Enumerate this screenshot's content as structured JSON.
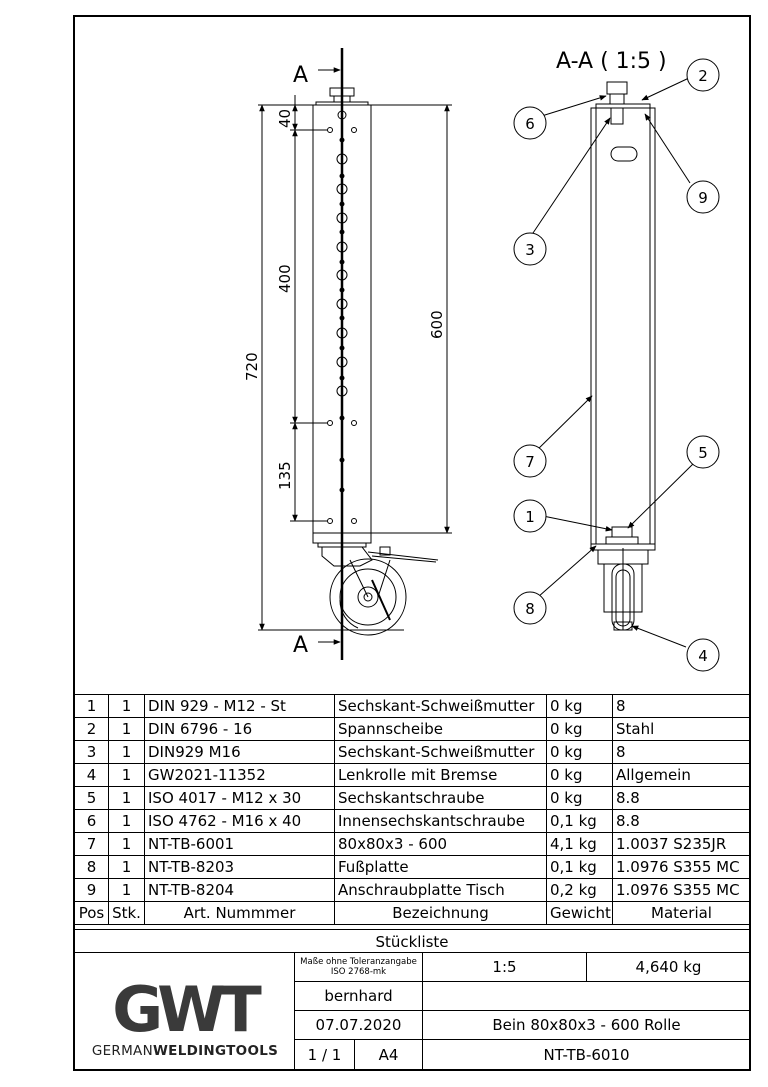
{
  "drawing": {
    "section_label_top": "A",
    "section_label_bottom": "A",
    "section_view_title": "A-A ( 1:5 )",
    "dimensions": {
      "d40": "40",
      "d400": "400",
      "d720": "720",
      "d135": "135",
      "d600": "600"
    },
    "balloons": [
      "1",
      "2",
      "3",
      "4",
      "5",
      "6",
      "7",
      "8",
      "9"
    ]
  },
  "parts_list": {
    "rows": [
      {
        "pos": "1",
        "qty": "1",
        "article": "DIN 929 - M12 - St",
        "description": "Sechskant-Schweißmutter",
        "weight": "0 kg",
        "material": "8"
      },
      {
        "pos": "2",
        "qty": "1",
        "article": "DIN 6796 - 16",
        "description": "Spannscheibe",
        "weight": "0 kg",
        "material": "Stahl"
      },
      {
        "pos": "3",
        "qty": "1",
        "article": "DIN929 M16",
        "description": "Sechskant-Schweißmutter",
        "weight": "0 kg",
        "material": "8"
      },
      {
        "pos": "4",
        "qty": "1",
        "article": "GW2021-11352",
        "description": "Lenkrolle mit Bremse",
        "weight": "0 kg",
        "material": "Allgemein"
      },
      {
        "pos": "5",
        "qty": "1",
        "article": "ISO 4017 - M12 x 30",
        "description": "Sechskantschraube",
        "weight": "0 kg",
        "material": "8.8"
      },
      {
        "pos": "6",
        "qty": "1",
        "article": "ISO 4762  - M16 x 40",
        "description": "Innensechskantschraube",
        "weight": "0,1 kg",
        "material": "8.8"
      },
      {
        "pos": "7",
        "qty": "1",
        "article": "NT-TB-6001",
        "description": "80x80x3 - 600",
        "weight": "4,1 kg",
        "material": "1.0037 S235JR"
      },
      {
        "pos": "8",
        "qty": "1",
        "article": "NT-TB-8203",
        "description": "Fußplatte",
        "weight": "0,1 kg",
        "material": "1.0976 S355 MC"
      },
      {
        "pos": "9",
        "qty": "1",
        "article": "NT-TB-8204",
        "description": "Anschraubplatte Tisch",
        "weight": "0,2 kg",
        "material": "1.0976 S355 MC"
      }
    ],
    "headers": {
      "pos": "Pos",
      "qty": "Stk.",
      "article": "Art. Nummmer",
      "description": "Bezeichnung",
      "weight": "Gewicht",
      "material": "Material"
    },
    "title": "Stückliste"
  },
  "title_block": {
    "logo_mark": "GWT",
    "logo_text_a": "GERMAN",
    "logo_text_b": "WELDINGTOOLS",
    "tolerance_line1": "Maße ohne Toleranzangabe",
    "tolerance_line2": "ISO 2768-mk",
    "scale": "1:5",
    "weight": "4,640 kg",
    "author": "bernhard",
    "date": "07.07.2020",
    "name": "Bein 80x80x3 - 600 Rolle",
    "sheet": "1 / 1",
    "format": "A4",
    "number": "NT-TB-6010"
  }
}
